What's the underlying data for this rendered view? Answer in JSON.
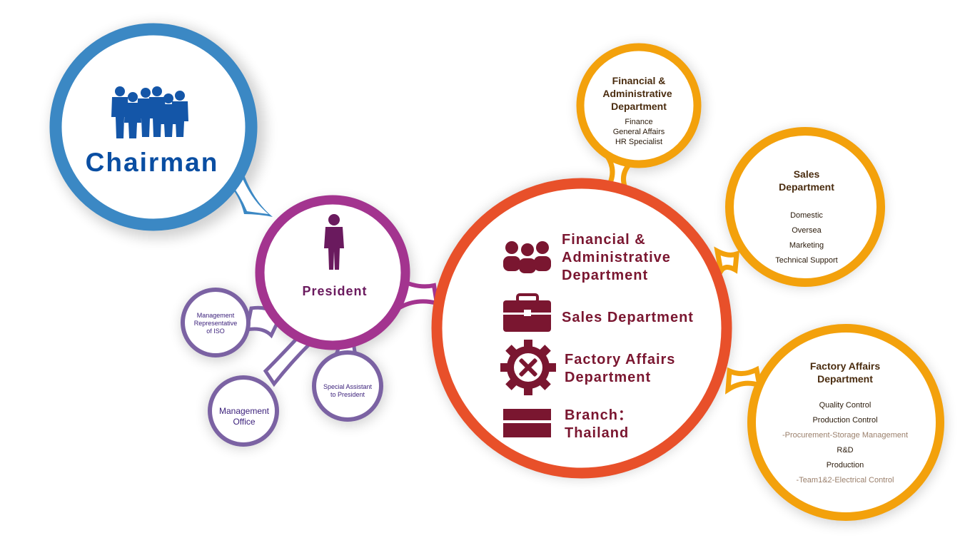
{
  "chairman": {
    "label": "Chairman",
    "color": "#0a4ea2",
    "ring_color": "#3b88c4"
  },
  "president": {
    "label": "President",
    "color": "#6a1a5e",
    "ring_color": "#a3348f"
  },
  "aux_units": [
    {
      "label_lines": [
        "Management",
        "Representative",
        "of ISO"
      ]
    },
    {
      "label_lines": [
        "Special Assistant",
        "to President"
      ]
    },
    {
      "label_lines": [
        "Management",
        "Office"
      ]
    }
  ],
  "aux_ring_color": "#7b62a3",
  "hub": {
    "ring_color": "#e8502a",
    "text_color": "#7a1630",
    "items": [
      {
        "icon": "people-group-icon",
        "label_lines": [
          "Financial &",
          "Administrative",
          "Department"
        ]
      },
      {
        "icon": "briefcase-icon",
        "label_lines": [
          "Sales Department"
        ]
      },
      {
        "icon": "gear-wrench-icon",
        "label_lines": [
          "Factory Affairs",
          "Department"
        ]
      },
      {
        "icon": "building-branch-icon",
        "label_lines": [
          "Branch：",
          "Thailand"
        ]
      }
    ]
  },
  "dept_ring_color": "#f3a10c",
  "departments": {
    "financial": {
      "title_lines": [
        "Financial &",
        "Administrative",
        "Department"
      ],
      "items": [
        "Finance",
        "General Affairs",
        "HR Specialist"
      ]
    },
    "sales": {
      "title_lines": [
        "Sales",
        "Department"
      ],
      "items": [
        "Domestic",
        "Oversea",
        "Marketing",
        "Technical Support"
      ]
    },
    "factory": {
      "title_lines": [
        "Factory Affairs",
        "Department"
      ],
      "items": [
        {
          "text": "Quality Control",
          "sub": false
        },
        {
          "text": "Production Control",
          "sub": false
        },
        {
          "text": "-Procurement-Storage Management",
          "sub": true
        },
        {
          "text": "R&D",
          "sub": false
        },
        {
          "text": "Production",
          "sub": false
        },
        {
          "text": "-Team1&2-Electrical Control",
          "sub": true
        }
      ]
    }
  }
}
